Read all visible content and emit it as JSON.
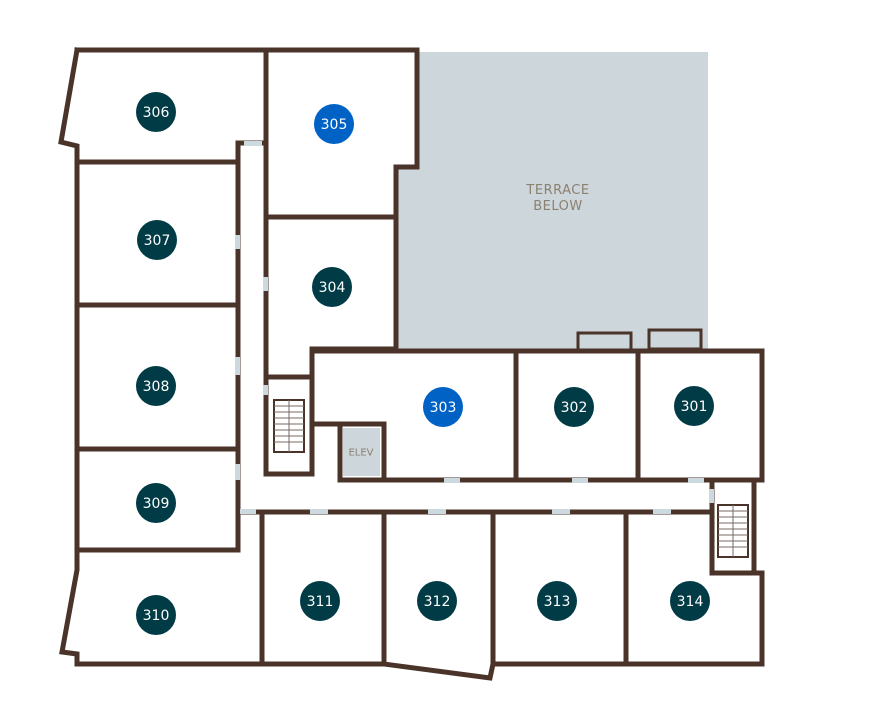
{
  "floor_plan": {
    "terrace": {
      "line1": "TERRACE",
      "line2": "BELOW"
    },
    "elevator_label": "ELEV",
    "colors": {
      "wall": "#4a3328",
      "terrace": "#ccd6db",
      "unit_default": "#003b46",
      "unit_highlight": "#0062c4",
      "doorway": "#ccdadf"
    },
    "units": [
      {
        "id": "301",
        "label": "301",
        "highlight": false
      },
      {
        "id": "302",
        "label": "302",
        "highlight": false
      },
      {
        "id": "303",
        "label": "303",
        "highlight": true
      },
      {
        "id": "304",
        "label": "304",
        "highlight": false
      },
      {
        "id": "305",
        "label": "305",
        "highlight": true
      },
      {
        "id": "306",
        "label": "306",
        "highlight": false
      },
      {
        "id": "307",
        "label": "307",
        "highlight": false
      },
      {
        "id": "308",
        "label": "308",
        "highlight": false
      },
      {
        "id": "309",
        "label": "309",
        "highlight": false
      },
      {
        "id": "310",
        "label": "310",
        "highlight": false
      },
      {
        "id": "311",
        "label": "311",
        "highlight": false
      },
      {
        "id": "312",
        "label": "312",
        "highlight": false
      },
      {
        "id": "313",
        "label": "313",
        "highlight": false
      },
      {
        "id": "314",
        "label": "314",
        "highlight": false
      }
    ]
  }
}
